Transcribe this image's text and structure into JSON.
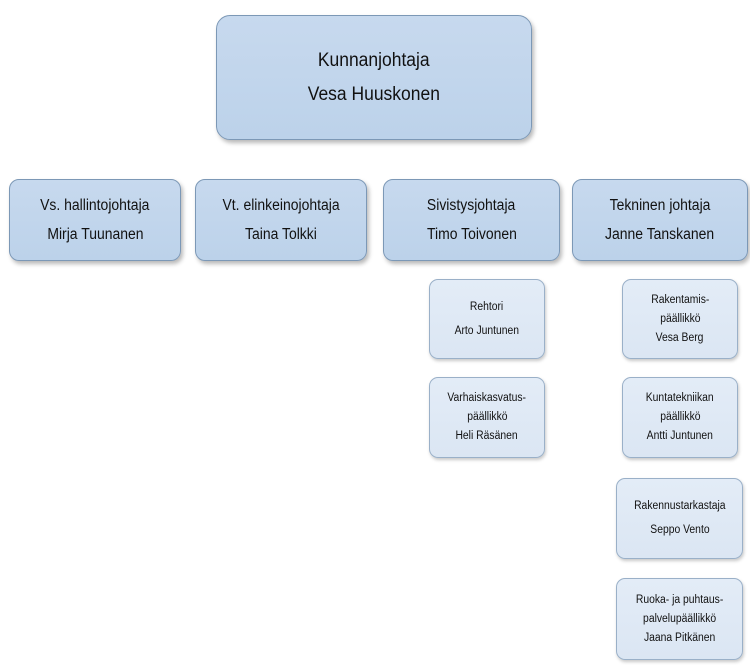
{
  "top": {
    "title": "Kunnanjohtaja",
    "name": "Vesa Huuskonen"
  },
  "directors": [
    {
      "title": "Vs. hallintojohtaja",
      "name": "Mirja Tuunanen"
    },
    {
      "title": "Vt. elinkeinojohtaja",
      "name": "Taina Tolkki"
    },
    {
      "title": "Sivistysjohtaja",
      "name": "Timo Toivonen"
    },
    {
      "title": "Tekninen johtaja",
      "name": "Janne Tanskanen"
    }
  ],
  "sivistys_units": [
    {
      "title_1": "Rehtori",
      "title_2": "",
      "name": "Arto Juntunen"
    },
    {
      "title_1": "Varhaiskasvatus-",
      "title_2": "päällikkö",
      "name": "Heli Räsänen"
    }
  ],
  "tekninen_units": [
    {
      "title_1": "Rakentamis-",
      "title_2": "päällikkö",
      "name": "Vesa Berg"
    },
    {
      "title_1": "Kuntatekniikan",
      "title_2": "päällikkö",
      "name": "Antti Juntunen"
    },
    {
      "title_1": "Rakennustarkastaja",
      "title_2": "",
      "name": "Seppo Vento"
    },
    {
      "title_1": "Ruoka- ja puhtaus-",
      "title_2": "palvelupäällikkö",
      "name": "Jaana Pitkänen"
    }
  ]
}
